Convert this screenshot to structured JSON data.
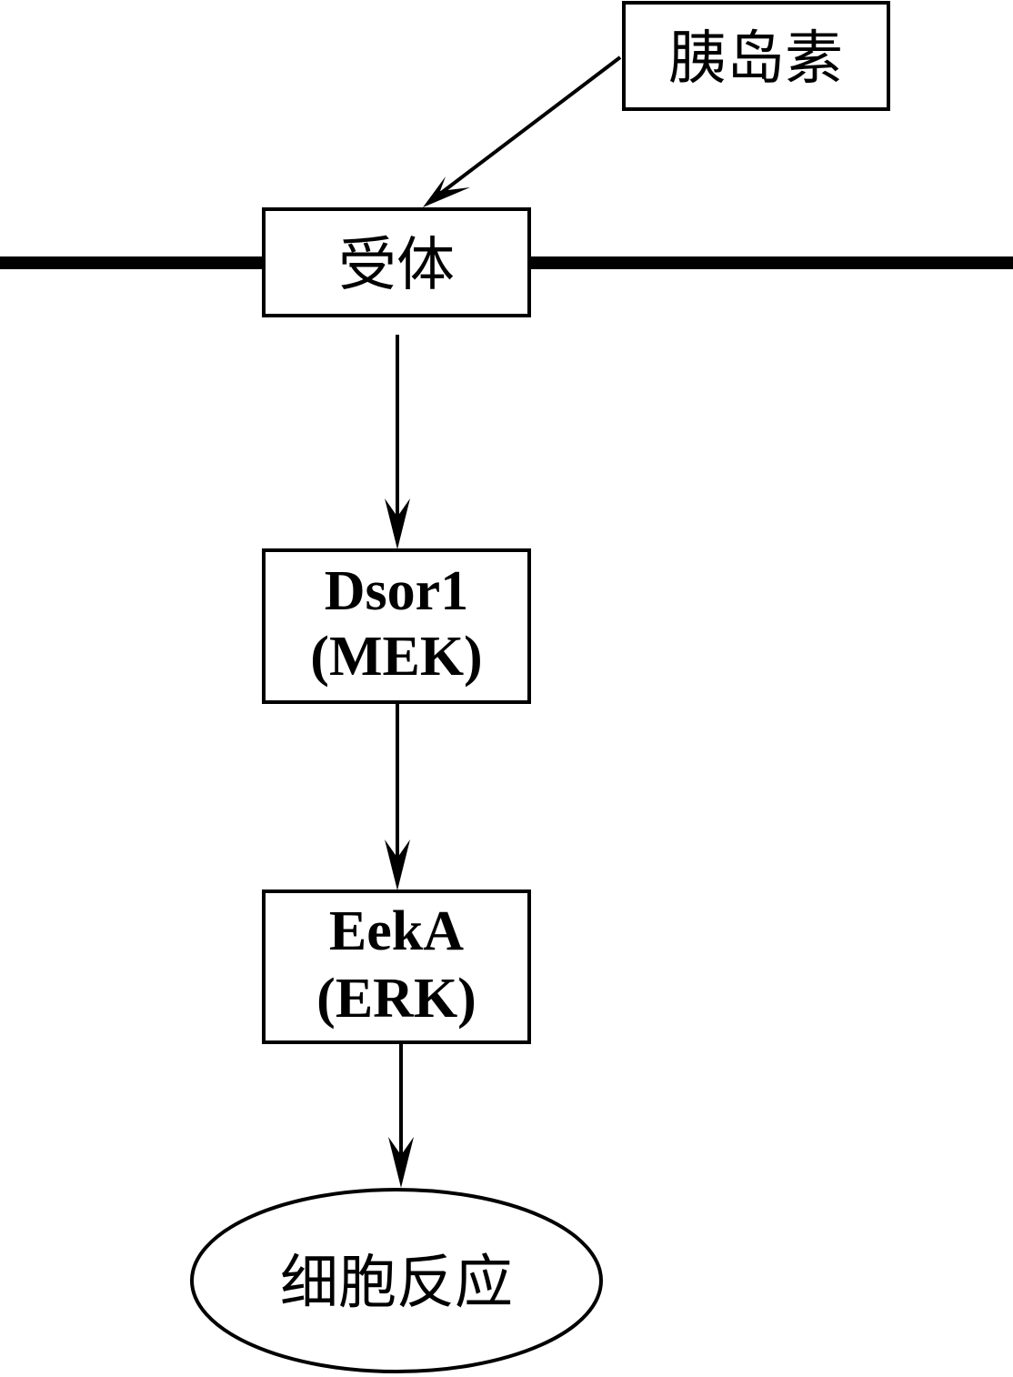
{
  "diagram": {
    "insulin": "胰岛素",
    "receptor": "受体",
    "mek": {
      "line1": "Dsor1",
      "line2": "(MEK)"
    },
    "erk": {
      "line1": "EekA",
      "line2": "(ERK)"
    },
    "response": "细胞反应"
  }
}
